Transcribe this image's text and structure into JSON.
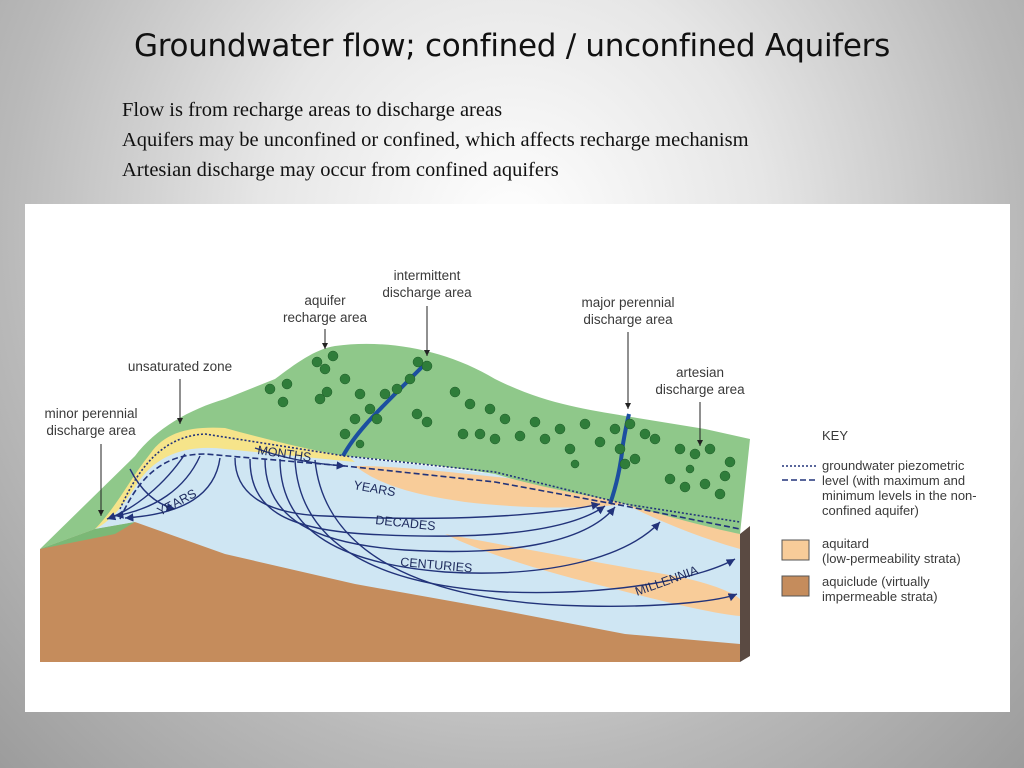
{
  "slide": {
    "title": "Groundwater flow; confined / unconfined Aquifers",
    "bullets": [
      "Flow is from recharge areas to discharge areas",
      "Aquifers may be unconfined or confined, which affects recharge mechanism",
      "Artesian discharge may occur from confined aquifers"
    ]
  },
  "diagram": {
    "labels": {
      "intermittent_1": "intermittent",
      "intermittent_2": "discharge area",
      "recharge_1": "aquifer",
      "recharge_2": "recharge area",
      "major_1": "major perennial",
      "major_2": "discharge area",
      "unsaturated": "unsaturated zone",
      "artesian_1": "artesian",
      "artesian_2": "discharge area",
      "minor_1": "minor perennial",
      "minor_2": "discharge area"
    },
    "flow_labels": {
      "months": "MONTHS",
      "years_left": "YEARS",
      "years": "YEARS",
      "decades": "DECADES",
      "centuries": "CENTURIES",
      "millennia": "MILLENNIA"
    },
    "key": {
      "title": "KEY",
      "piezo_1": "groundwater piezometric",
      "piezo_2": "level (with maximum and",
      "piezo_3": "minimum levels in the non-",
      "piezo_4": "confined aquifer)",
      "aquitard_1": "aquitard",
      "aquitard_2": "(low-permeability strata)",
      "aquiclude_1": "aquiclude (virtually",
      "aquiclude_2": "impermeable strata)"
    },
    "colors": {
      "ground": "#8fc88a",
      "aquifer": "#cfe6f3",
      "aquitard": "#f8cc99",
      "aquiclude": "#c58c5c",
      "unsaturated": "#f6e48a",
      "flow": "#22337a"
    }
  }
}
